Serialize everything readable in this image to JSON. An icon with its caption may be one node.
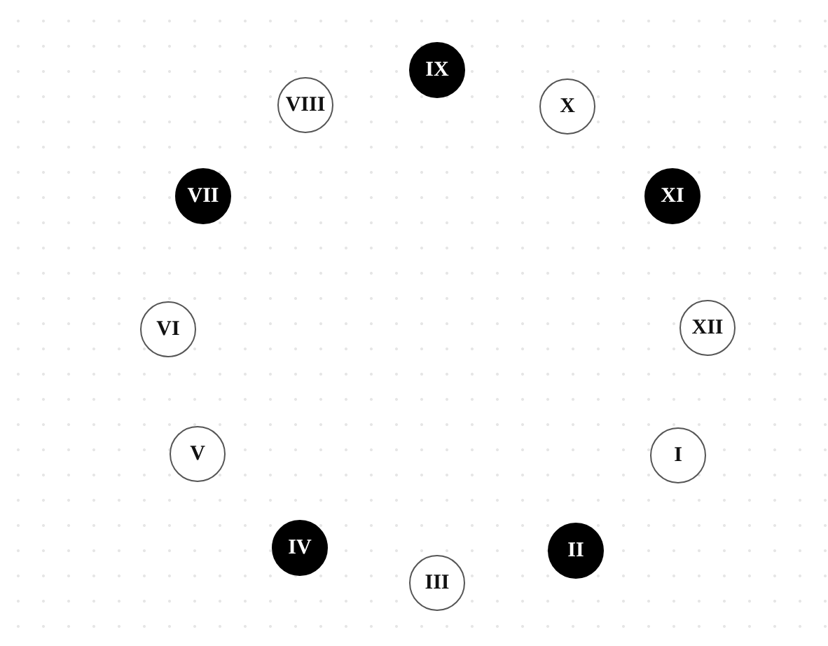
{
  "diagram": {
    "nodes": [
      {
        "text": [
          "IX"
        ]
      },
      {
        "text": [
          "VIII"
        ]
      },
      {
        "text": [
          "X"
        ]
      },
      {
        "text": [
          "VII"
        ]
      },
      {
        "text": [
          "XI"
        ]
      },
      {
        "text": [
          "VI"
        ]
      },
      {
        "text": [
          "XII"
        ]
      },
      {
        "text": [
          "V"
        ]
      },
      {
        "text": [
          "I"
        ]
      },
      {
        "text": [
          "IV"
        ]
      },
      {
        "text": [
          "II"
        ]
      },
      {
        "text": [
          "III"
        ]
      }
    ]
  }
}
